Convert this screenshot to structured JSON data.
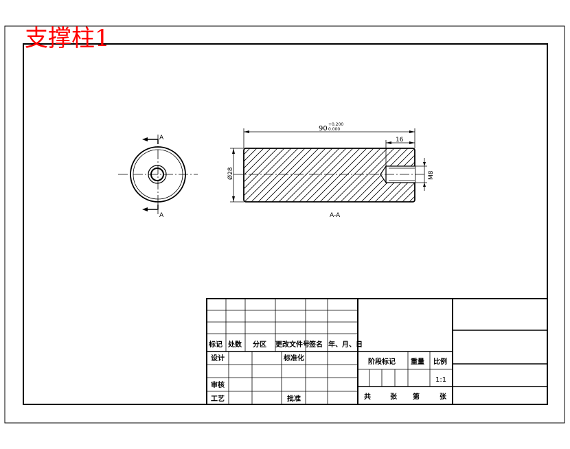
{
  "title": "支撑柱1",
  "title_color": "#ff0000",
  "line_color": "#000000",
  "dimensions": {
    "length": "90",
    "tol_upper": "+0.200",
    "tol_lower": "0.000",
    "hole_depth": "16",
    "diameter": "Ø28",
    "thread": "M8"
  },
  "section": {
    "marker_top": "A",
    "marker_bottom": "A",
    "label": "A-A"
  },
  "title_block": {
    "headers": [
      "标记",
      "处数",
      "分区",
      "更改文件号",
      "签名",
      "年、月、日"
    ],
    "design": "设计",
    "standardize": "标准化",
    "review": "审核",
    "process": "工艺",
    "approve": "批准",
    "stage_mark": "阶段标记",
    "weight": "重量",
    "ratio": "比例",
    "ratio_value": "1:1",
    "total": "共",
    "sheets": "张",
    "sheet_no": "第",
    "sheets2": "张"
  }
}
